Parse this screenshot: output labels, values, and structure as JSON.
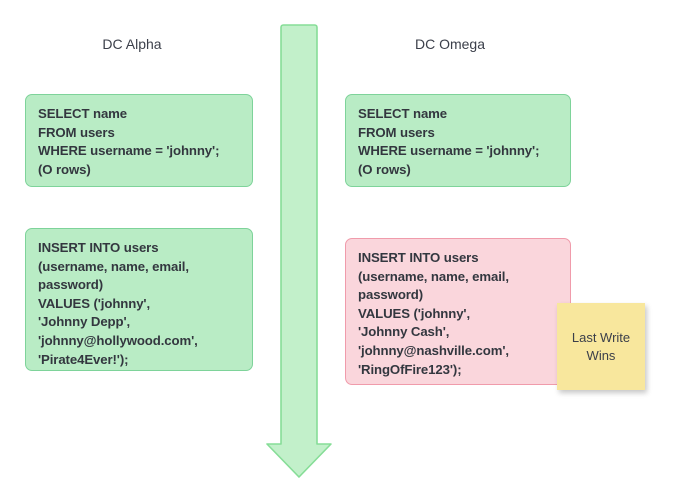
{
  "diagram": {
    "title_left": "DC Alpha",
    "title_right": "DC Omega",
    "colors": {
      "green_fill": "#b9ecc5",
      "green_border": "#7ed39a",
      "pink_fill": "#fad6dc",
      "pink_border": "#f09bab",
      "note_fill": "#f8e79d",
      "text": "#33373f",
      "arrow_fill": "#c2f0ca",
      "arrow_border": "#7ed39a",
      "background": "#ffffff"
    },
    "columns": [
      {
        "name": "DC Alpha",
        "boxes": [
          {
            "kind": "select",
            "style": "green",
            "text": "SELECT name\nFROM users\nWHERE username = 'johnny';\n(O rows)"
          },
          {
            "kind": "insert",
            "style": "green",
            "text": "INSERT INTO users\n(username, name, email,\npassword)\nVALUES ('johnny',\n'Johnny Depp',\n'johnny@hollywood.com',\n'Pirate4Ever!');"
          }
        ]
      },
      {
        "name": "DC Omega",
        "boxes": [
          {
            "kind": "select",
            "style": "green",
            "text": "SELECT name\nFROM users\nWHERE username = 'johnny';\n(O rows)"
          },
          {
            "kind": "insert",
            "style": "pink",
            "text": "INSERT INTO users\n(username, name, email,\npassword)\nVALUES ('johnny',\n'Johnny Cash',\n'johnny@nashville.com',\n'RingOfFire123');"
          }
        ]
      }
    ],
    "annotation": {
      "label": "Last Write\nWins",
      "icon": "sticky-note-icon"
    },
    "arrow": {
      "icon": "down-arrow-icon",
      "direction": "down",
      "meaning": "time"
    }
  }
}
